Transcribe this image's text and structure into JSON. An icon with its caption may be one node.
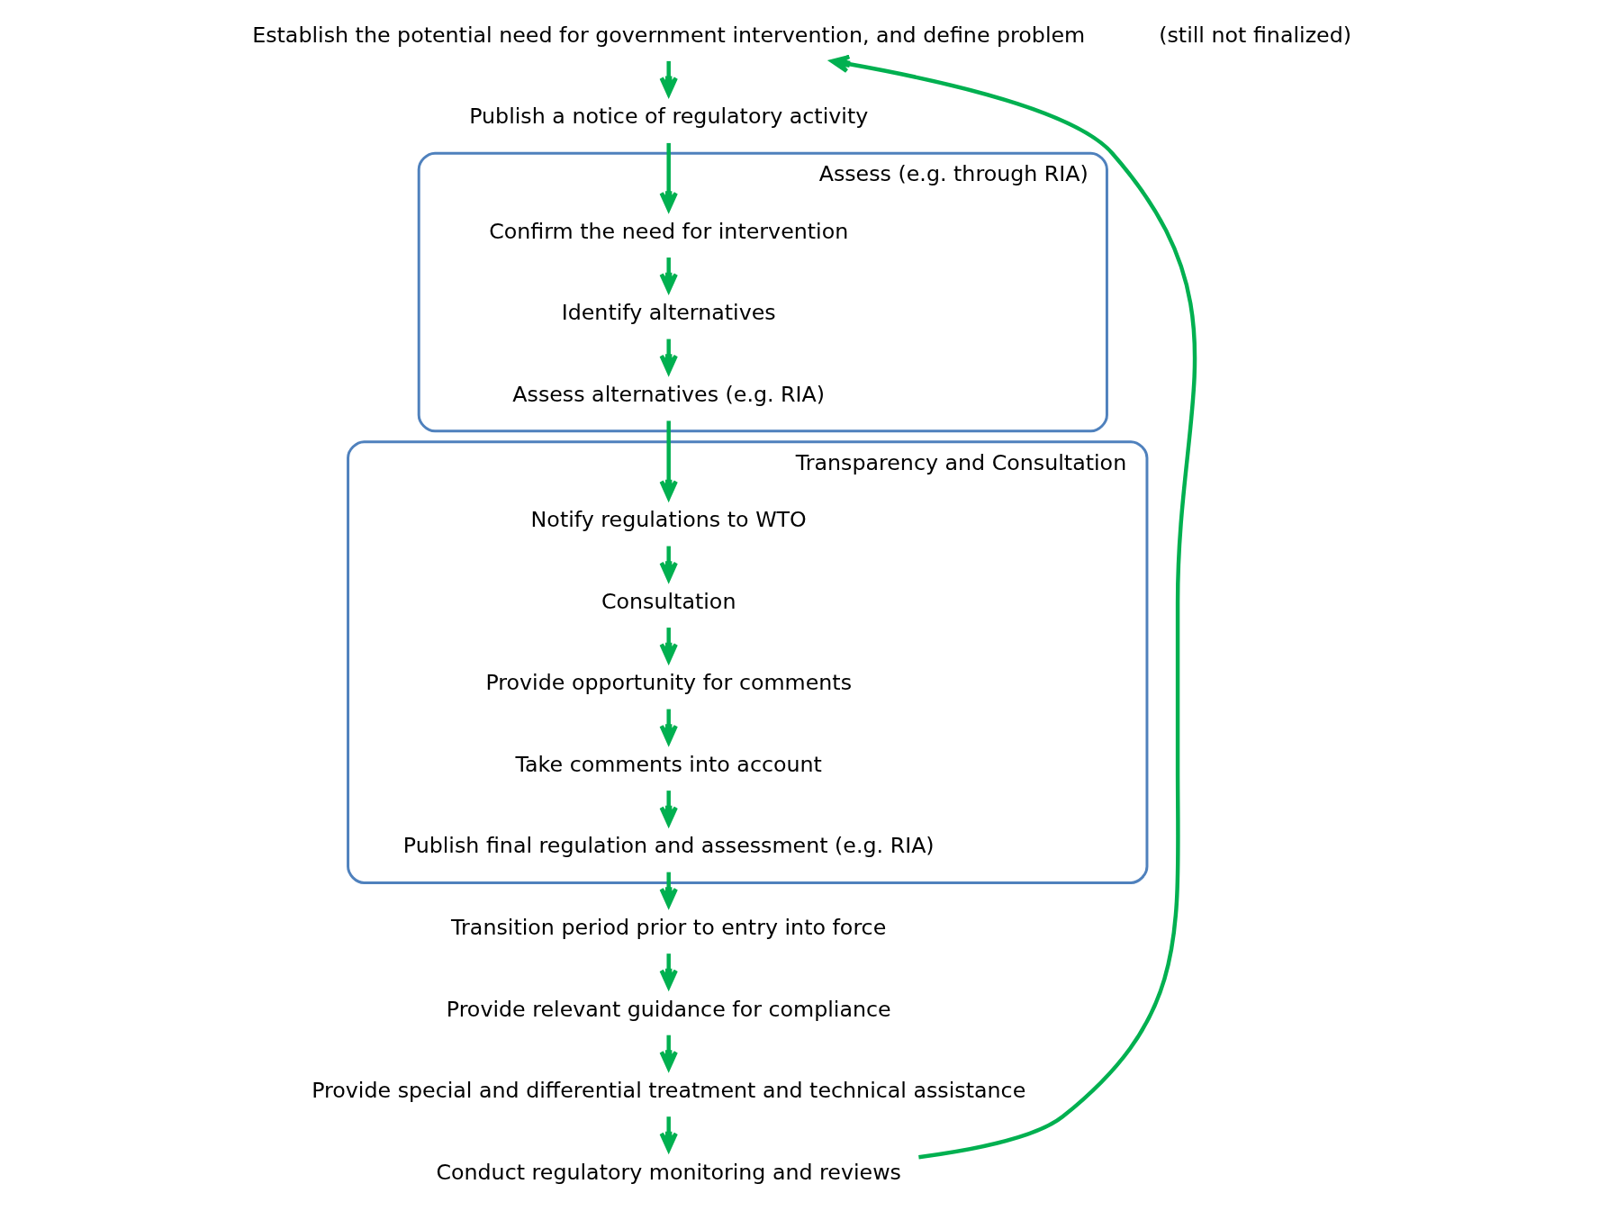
{
  "diagram": {
    "nodes": [
      {
        "text": [
          "Establish the potential need for government intervention, and define problem"
        ]
      },
      {
        "text": [
          "Publish a notice of regulatory activity"
        ]
      },
      {
        "text": [
          "Assess (e.g. through RIA)"
        ]
      },
      {
        "text": [
          "Confirm the need for intervention"
        ],
        "in": 2
      },
      {
        "text": [
          "Identify alternatives"
        ],
        "in": 2
      },
      {
        "text": [
          "Assess alternatives (e.g. RIA)"
        ],
        "in": 2
      },
      {
        "text": [
          "Transparency and Consultation"
        ]
      },
      {
        "text": [
          "Notify regulations to WTO"
        ],
        "in": 6
      },
      {
        "text": [
          "Consultation"
        ],
        "in": 6
      },
      {
        "text": [
          "Provide opportunity for comments"
        ],
        "in": 6
      },
      {
        "text": [
          "Take comments into account"
        ],
        "in": 6
      },
      {
        "text": [
          "Publish final regulation and assessment (e.g. RIA)"
        ],
        "in": 6
      },
      {
        "text": [
          "Transition period prior to entry into force"
        ]
      },
      {
        "text": [
          "Provide relevant guidance for compliance"
        ]
      },
      {
        "text": [
          "Provide special and differential treatment and technical assistance"
        ]
      },
      {
        "text": [
          "Conduct regulatory monitoring and reviews"
        ]
      }
    ],
    "edges": [
      {
        "from": 0,
        "to": 1,
        "arrow": "to"
      },
      {
        "from": 1,
        "to": 3,
        "arrow": "to"
      },
      {
        "from": 3,
        "to": 4,
        "arrow": "to"
      },
      {
        "from": 4,
        "to": 5,
        "arrow": "to"
      },
      {
        "from": 5,
        "to": 7,
        "arrow": "to"
      },
      {
        "from": 7,
        "to": 8,
        "arrow": "to"
      },
      {
        "from": 8,
        "to": 9,
        "arrow": "to"
      },
      {
        "from": 9,
        "to": 10,
        "arrow": "to"
      },
      {
        "from": 10,
        "to": 11,
        "arrow": "to"
      },
      {
        "from": 11,
        "to": 12,
        "arrow": "to"
      },
      {
        "from": 12,
        "to": 13,
        "arrow": "to"
      },
      {
        "from": 13,
        "to": 14,
        "arrow": "to"
      },
      {
        "from": 14,
        "to": 15,
        "arrow": "to"
      },
      {
        "from": 15,
        "to": 0,
        "arrow": "to"
      }
    ],
    "labels": [
      "(still not finalized)"
    ]
  }
}
